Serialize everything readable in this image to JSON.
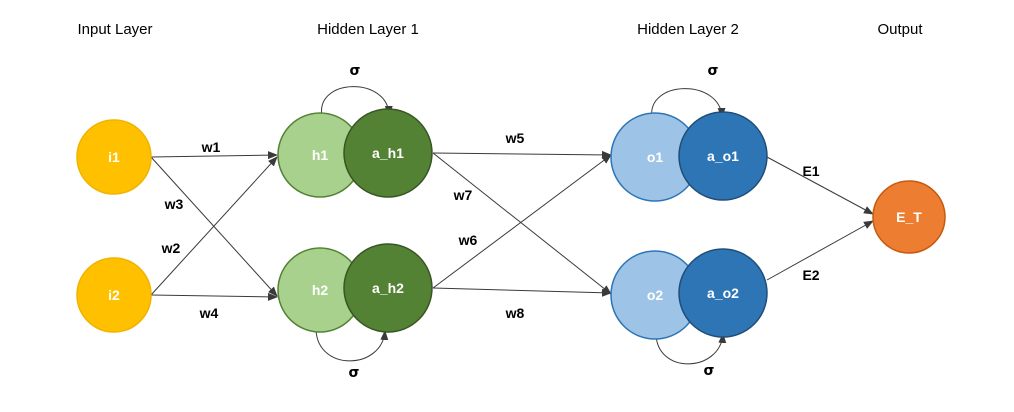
{
  "layers": [
    {
      "key": "input",
      "title": "Input Layer"
    },
    {
      "key": "hidden1",
      "title": "Hidden Layer 1"
    },
    {
      "key": "hidden2",
      "title": "Hidden Layer 2"
    },
    {
      "key": "output",
      "title": "Output"
    }
  ],
  "nodes": {
    "i1": "i1",
    "i2": "i2",
    "h1": "h1",
    "a_h1": "a_h1",
    "h2": "h2",
    "a_h2": "a_h2",
    "o1": "o1",
    "a_o1": "a_o1",
    "o2": "o2",
    "a_o2": "a_o2",
    "E_T": "E_T"
  },
  "edges": {
    "w1": "w1",
    "w2": "w2",
    "w3": "w3",
    "w4": "w4",
    "w5": "w5",
    "w6": "w6",
    "w7": "w7",
    "w8": "w8",
    "E1": "E1",
    "E2": "E2"
  },
  "activation_symbol": "σ",
  "colors": {
    "input_fill": "#ffc000",
    "input_stroke": "#f0b400",
    "hidden1_pre_fill": "#a9d18e",
    "hidden1_pre_stroke": "#548235",
    "hidden1_act_fill": "#548235",
    "hidden1_act_stroke": "#375623",
    "hidden2_pre_fill": "#9dc3e6",
    "hidden2_pre_stroke": "#2e75b6",
    "hidden2_act_fill": "#2e75b6",
    "hidden2_act_stroke": "#1f4e79",
    "output_fill": "#ed7d31",
    "output_stroke": "#c55a11",
    "edge": "#3a3a3a"
  }
}
